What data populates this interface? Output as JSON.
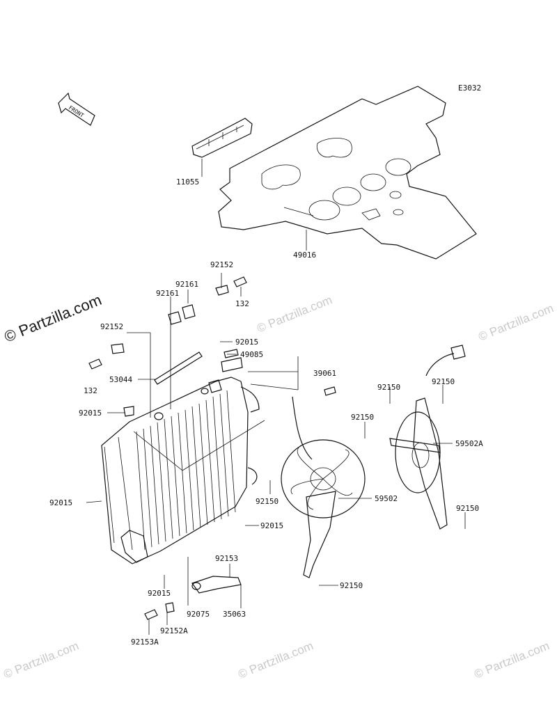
{
  "diagram_code": "E3032",
  "front_arrow_text": "FRONT",
  "watermark_main": "© Partzilla.com",
  "watermark_repeat": "© Partzilla.com",
  "part_labels": {
    "p11055": "11055",
    "p49016": "49016",
    "p92152_top": "92152",
    "p132_top": "132",
    "p92161_a": "92161",
    "p92161_b": "92161",
    "p92152_left": "92152",
    "p92015_top": "92015",
    "p49085": "49085",
    "p39061": "39061",
    "p132_left": "132",
    "p53044": "53044",
    "p92015_left": "92015",
    "p92150_a": "92150",
    "p92150_b": "92150",
    "p92150_c": "92150",
    "p59502A": "59502A",
    "p92015_mid": "92015",
    "p92150_d": "92150",
    "p59502": "59502",
    "p92015_right": "92015",
    "p92150_e": "92150",
    "p92153": "92153",
    "p92150_f": "92150",
    "p92015_bot": "92015",
    "p92075": "92075",
    "p35063": "35063",
    "p92152A": "92152A",
    "p92153A": "92153A"
  }
}
